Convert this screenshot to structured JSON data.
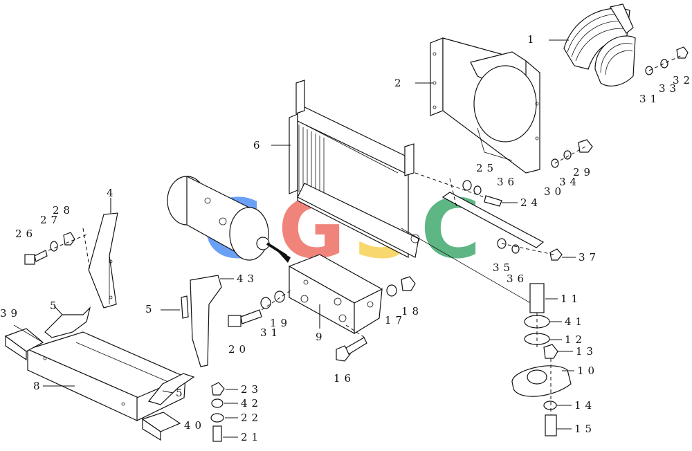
{
  "watermark": {
    "letters": [
      "C",
      "G",
      "S",
      "C"
    ],
    "colors": [
      "#4a8cf4",
      "#ef6a5e",
      "#f7cf4e",
      "#3aa76a"
    ]
  },
  "colors": {
    "line": "#111111",
    "background": "#ffffff"
  },
  "part_labels": {
    "p1": "1",
    "p2": "2",
    "p4": "4",
    "p5a": "5",
    "p5b": "5",
    "p5c": "5",
    "p6": "6",
    "p8": "8",
    "p9": "9",
    "p10": "10",
    "p11": "11",
    "p12": "12",
    "p13": "13",
    "p14": "14",
    "p15": "15",
    "p16": "16",
    "p17": "17",
    "p18": "18",
    "p19": "19",
    "p20": "20",
    "p21": "21",
    "p22": "22",
    "p23": "23",
    "p24": "24",
    "p25": "25",
    "p26": "26",
    "p27": "27",
    "p28": "28",
    "p29": "29",
    "p30": "30",
    "p31": "31",
    "p32": "32",
    "p33": "33",
    "p34": "34",
    "p35": "35",
    "p36a": "36",
    "p36b": "36",
    "p37": "37",
    "p39": "39",
    "p40": "40",
    "p41": "41",
    "p42": "42",
    "p43": "43"
  }
}
